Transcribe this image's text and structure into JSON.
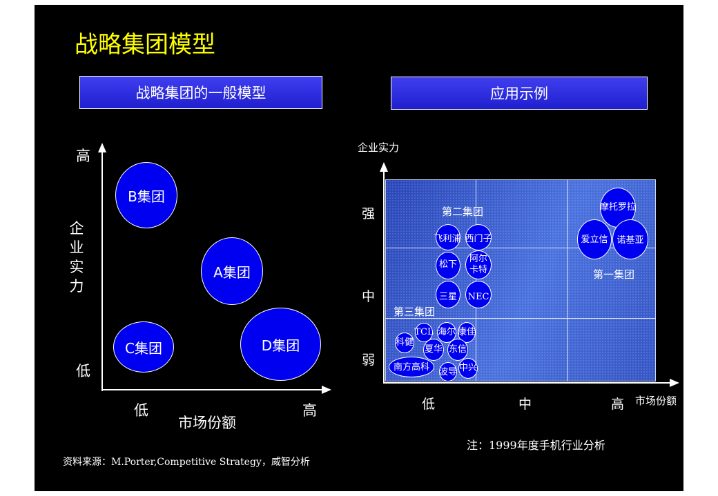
{
  "title": "战略集团模型",
  "left": {
    "header": "战略集团的一般模型",
    "y_high": "高",
    "y_low": "低",
    "y_label": [
      "企",
      "业",
      "实",
      "力"
    ],
    "x_low": "低",
    "x_high": "高",
    "x_label": "市场份额",
    "groups": [
      "B集团",
      "A集团",
      "C集团",
      "D集团"
    ]
  },
  "right": {
    "header": "应用示例",
    "y_axis_label": "企业实力",
    "y_ticks": [
      "强",
      "中",
      "弱"
    ],
    "x_ticks": [
      "低",
      "中",
      "高"
    ],
    "x_axis_label": "市场份额",
    "group_labels": [
      "第二集团",
      "第一集团",
      "第三集团"
    ],
    "companies": [
      "摩托罗拉",
      "爱立信",
      "诺基亚",
      "飞利浦",
      "西门子",
      "松下",
      "阿尔卡特",
      "三星",
      "NEC",
      "TCL",
      "海尔",
      "康佳",
      "科健",
      "夏华",
      "东信",
      "南方高科",
      "波导",
      "中兴"
    ]
  },
  "note": "注：1999年度手机行业分析",
  "source": "资料来源：M.Porter,Competitive Strategy，威智分析",
  "colors": {
    "background": "#000000",
    "title": "#ffff00",
    "bubble": "#0000f0",
    "header_box": "#2a2ae0"
  }
}
